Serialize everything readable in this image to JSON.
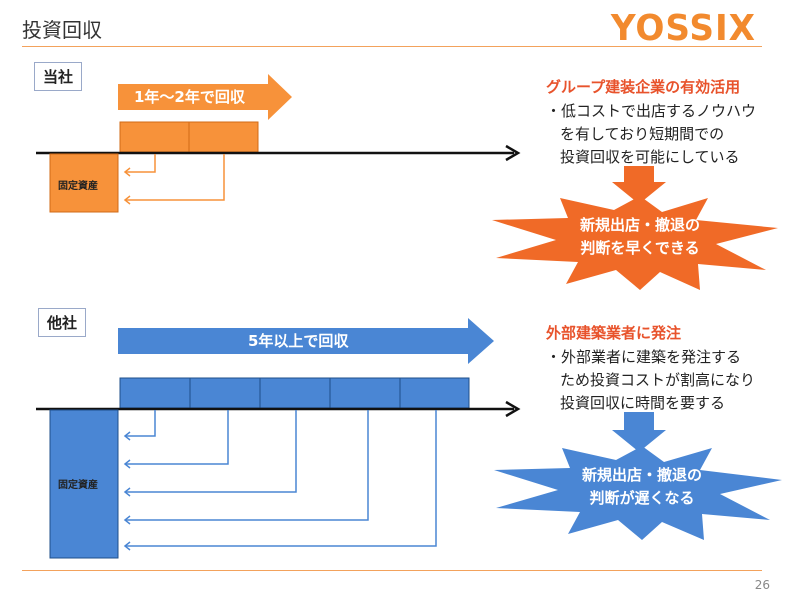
{
  "header": {
    "title": "投資回収",
    "logo": "YOSSIX",
    "page_number": "26"
  },
  "ours": {
    "label": "当社",
    "period_label": "1年〜2年で回収",
    "asset_label": "固定資産",
    "heading": "グループ建装企業の有効活用",
    "bullet_line1": "・低コストで出店するノウハウ",
    "bullet_line2": "を有しており短期間での",
    "bullet_line3": "投資回収を可能にしている",
    "result_line1": "新規出店・撤退の",
    "result_line2": "判断を早くできる",
    "color_fill": "#f7923a",
    "color_burst": "#f06a27"
  },
  "others": {
    "label": "他社",
    "period_label": "5年以上で回収",
    "asset_label": "固定資産",
    "heading": "外部建築業者に発注",
    "bullet_line1": "・外部業者に建築を発注する",
    "bullet_line2": "ため投資コストが割高になり",
    "bullet_line3": "投資回収に時間を要する",
    "result_line1": "新規出店・撤退の",
    "result_line2": "判断が遅くなる",
    "color_fill": "#4a86d4"
  }
}
